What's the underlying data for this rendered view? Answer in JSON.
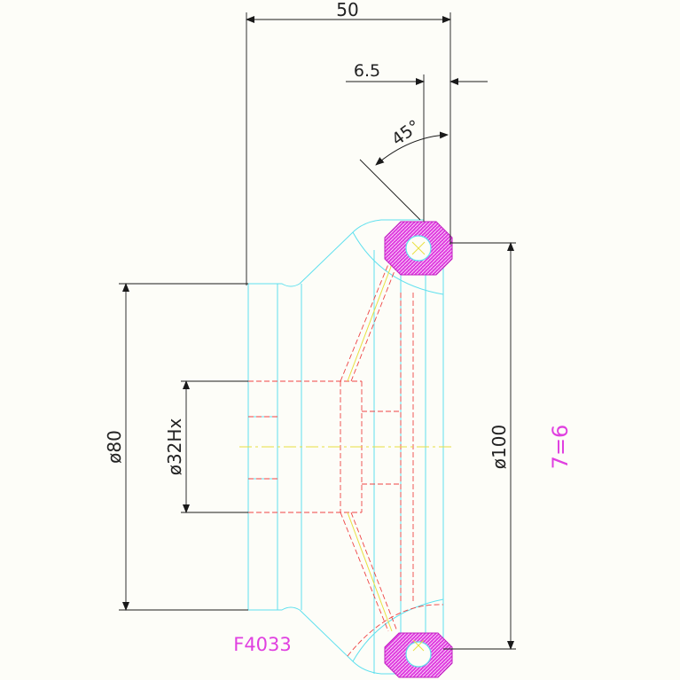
{
  "dimensions": {
    "width_total": "50",
    "chamfer_offset": "6.5",
    "angle": "45°",
    "inner_diameter": "ø80",
    "bore": "ø32Hx",
    "outer_diameter": "ø100"
  },
  "labels": {
    "part_number": "F4033",
    "note": "7=6"
  },
  "colors": {
    "background": "#fdfdf8",
    "outline": "#5fe0ee",
    "hidden": "#ef4444",
    "dimension": "#1a1a1a",
    "seal": "#e040e0",
    "centerline": "#e8e040"
  }
}
